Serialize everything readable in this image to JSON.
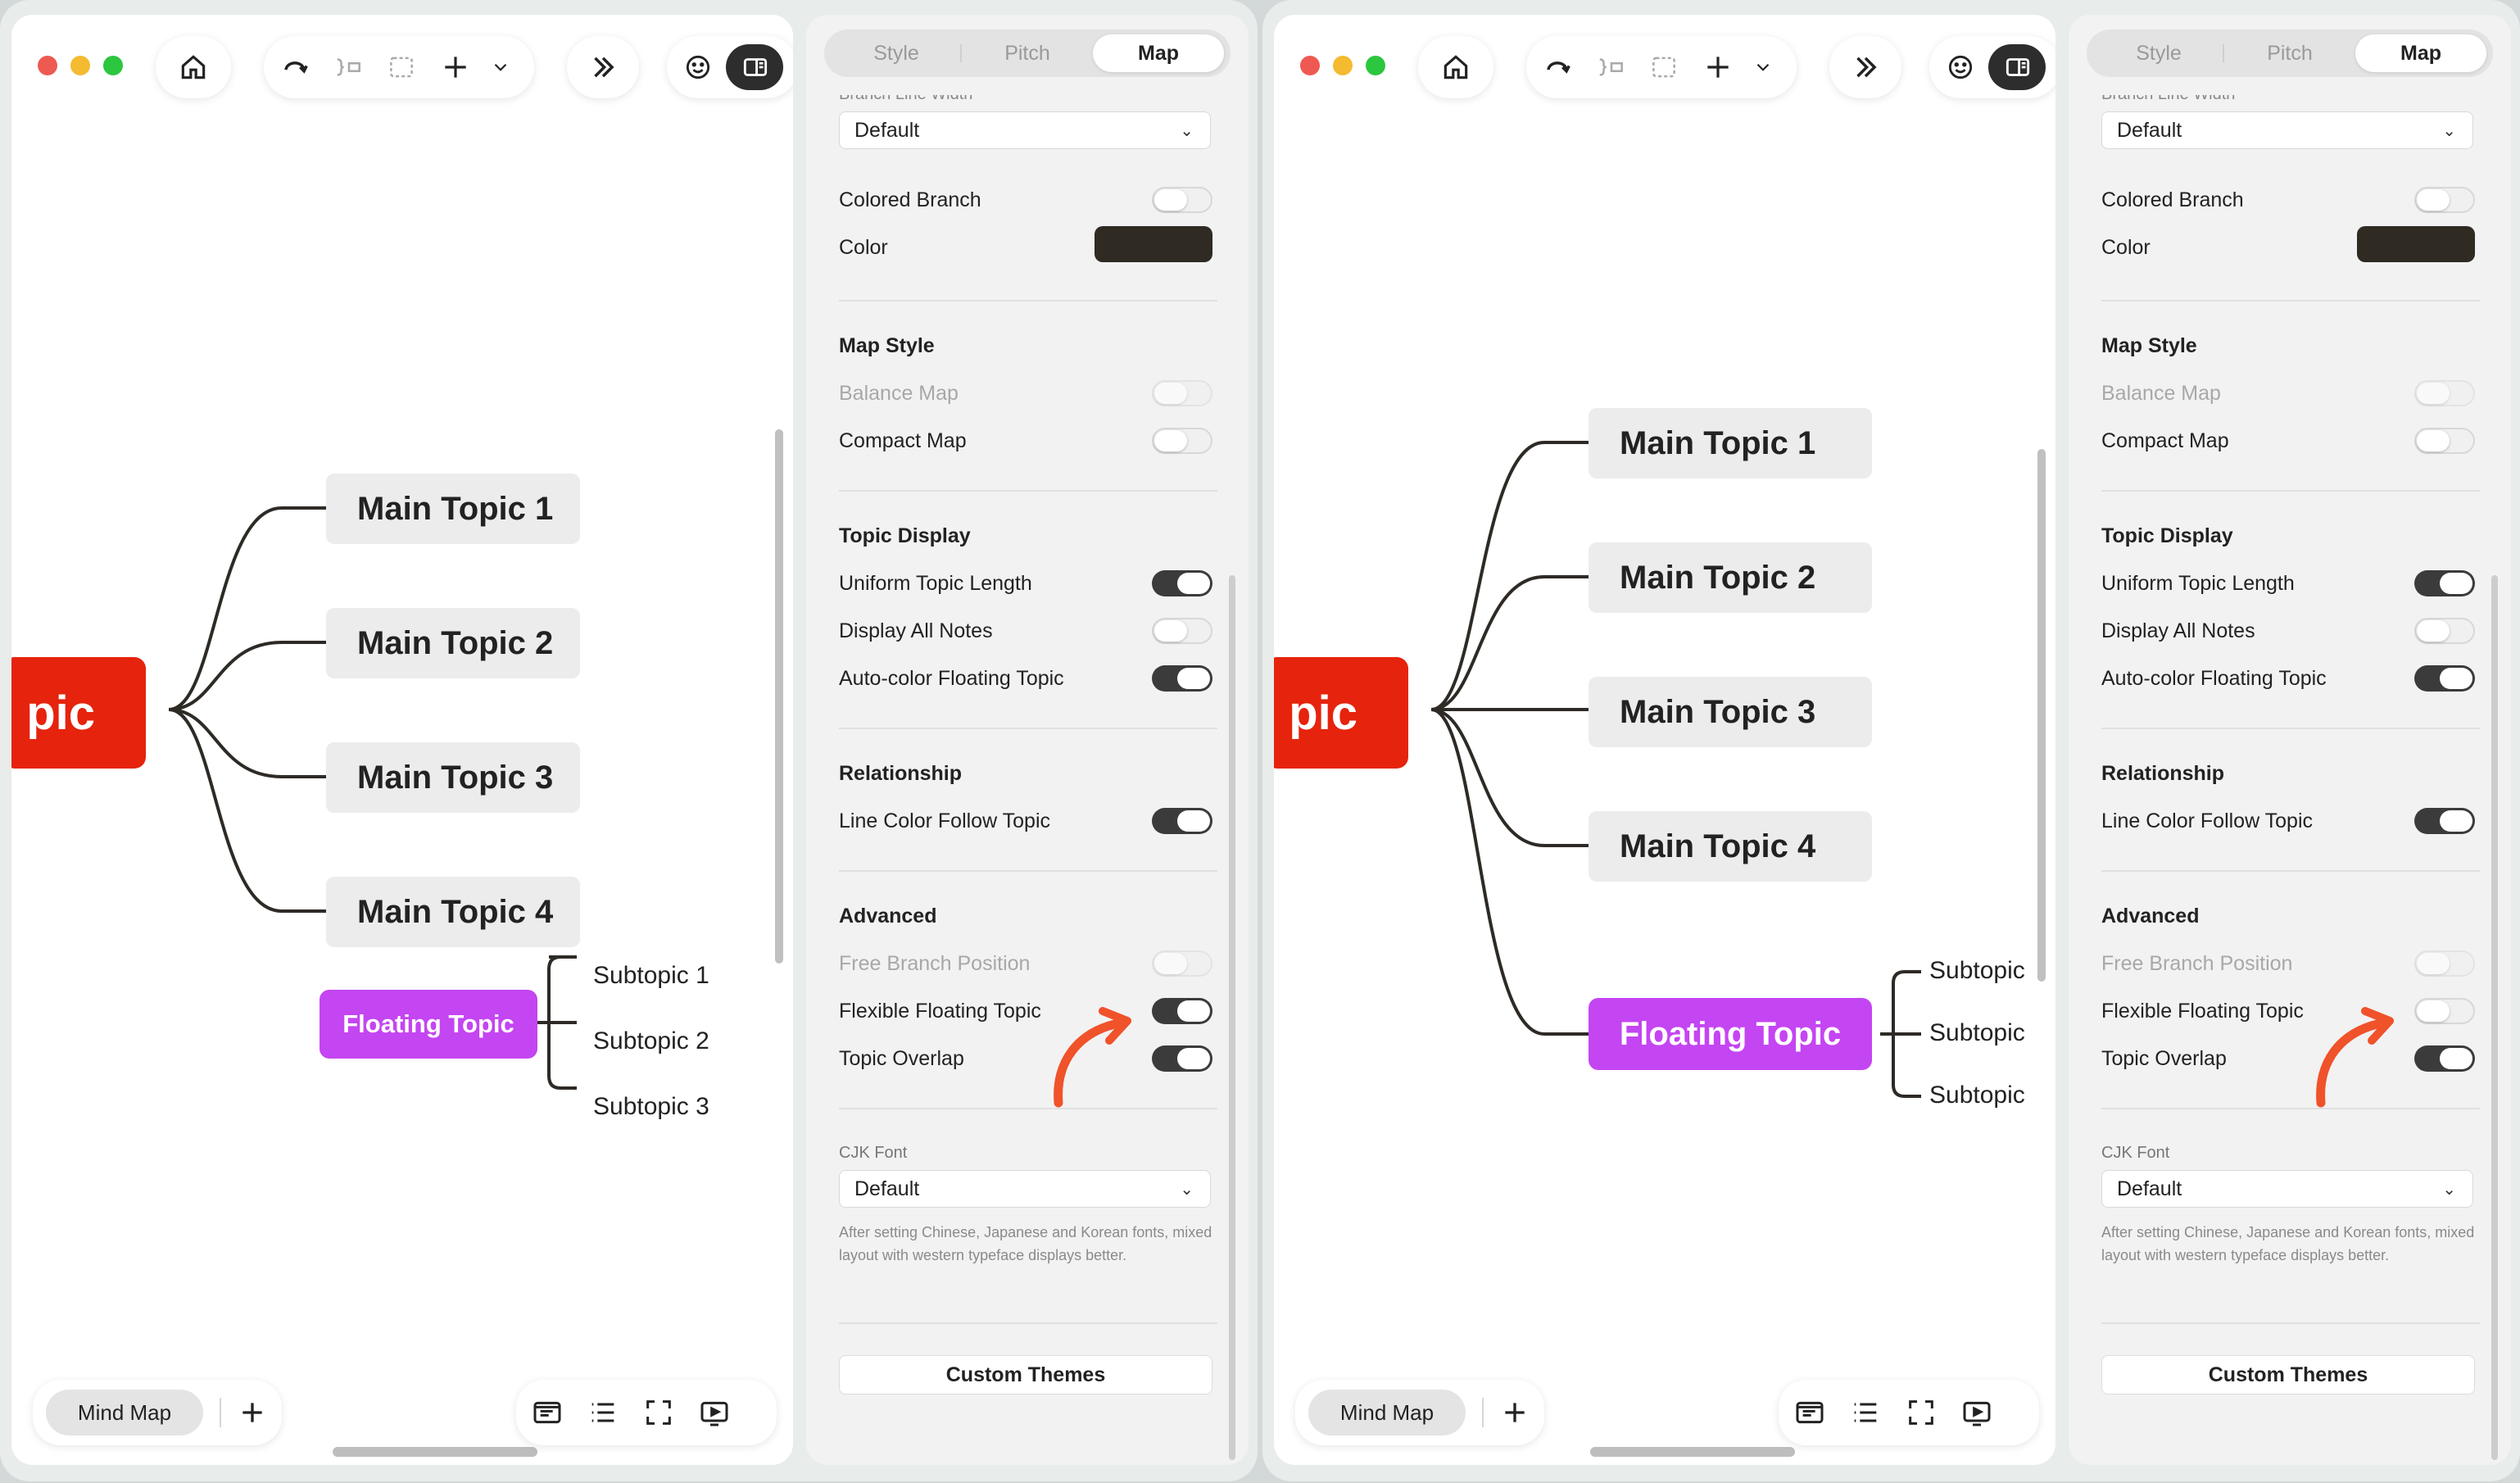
{
  "panes": [
    {
      "id": "left",
      "central_topic": "pic",
      "main_topics": [
        "Main Topic 1",
        "Main Topic 2",
        "Main Topic 3",
        "Main Topic 4"
      ],
      "floating_topic": "Floating Topic",
      "subtopics": [
        "Subtopic 1",
        "Subtopic 2",
        "Subtopic 3"
      ]
    },
    {
      "id": "right",
      "central_topic": "pic",
      "main_topics": [
        "Main Topic 1",
        "Main Topic 2",
        "Main Topic 3",
        "Main Topic 4"
      ],
      "floating_topic": "Floating Topic",
      "subtopics": [
        "Subtopic",
        "Subtopic",
        "Subtopic"
      ]
    }
  ],
  "toolbar": {
    "icons": [
      "home-icon",
      "undo-icon",
      "boundary-icon",
      "select-icon",
      "add-icon",
      "chevron-down-icon",
      "forward-icon",
      "emoji-icon",
      "sidebar-icon"
    ]
  },
  "bottom_bar": {
    "tab_label": "Mind Map",
    "icons": [
      "add-icon",
      "outline-icon",
      "list-icon",
      "fullscreen-icon",
      "present-icon"
    ]
  },
  "panel": {
    "tabs": [
      "Style",
      "Pitch",
      "Map"
    ],
    "active_tab": "Map",
    "cut_label": "Branch Line Width",
    "branch_line_width": "Default",
    "colored_branch_label": "Colored Branch",
    "color_label": "Color",
    "color_value": "#2f2a22",
    "map_style_header": "Map Style",
    "balance_map_label": "Balance Map",
    "compact_map_label": "Compact Map",
    "topic_display_header": "Topic Display",
    "uniform_topic_length_label": "Uniform Topic Length",
    "display_all_notes_label": "Display All Notes",
    "auto_color_floating_label": "Auto-color Floating Topic",
    "relationship_header": "Relationship",
    "line_color_follow_label": "Line Color Follow Topic",
    "advanced_header": "Advanced",
    "free_branch_label": "Free Branch Position",
    "flexible_floating_label": "Flexible Floating Topic",
    "topic_overlap_label": "Topic Overlap",
    "cjk_font_label": "CJK Font",
    "cjk_font_value": "Default",
    "cjk_note": "After setting Chinese, Japanese and Korean fonts, mixed layout with western typeface displays better.",
    "custom_themes_label": "Custom Themes"
  },
  "toggle_states": {
    "left": {
      "colored_branch": false,
      "balance_map": false,
      "compact_map": false,
      "uniform_topic_length": true,
      "display_all_notes": false,
      "auto_color_floating": true,
      "line_color_follow": true,
      "free_branch": false,
      "flexible_floating": true,
      "topic_overlap": true
    },
    "right": {
      "colored_branch": false,
      "balance_map": false,
      "compact_map": false,
      "uniform_topic_length": true,
      "display_all_notes": false,
      "auto_color_floating": true,
      "line_color_follow": true,
      "free_branch": false,
      "flexible_floating": false,
      "topic_overlap": true
    }
  },
  "colors": {
    "central": "#e6230d",
    "floating": "#c445f2",
    "annotation_arrow": "#f0522a",
    "toggle_on": "#3b3b3b"
  }
}
